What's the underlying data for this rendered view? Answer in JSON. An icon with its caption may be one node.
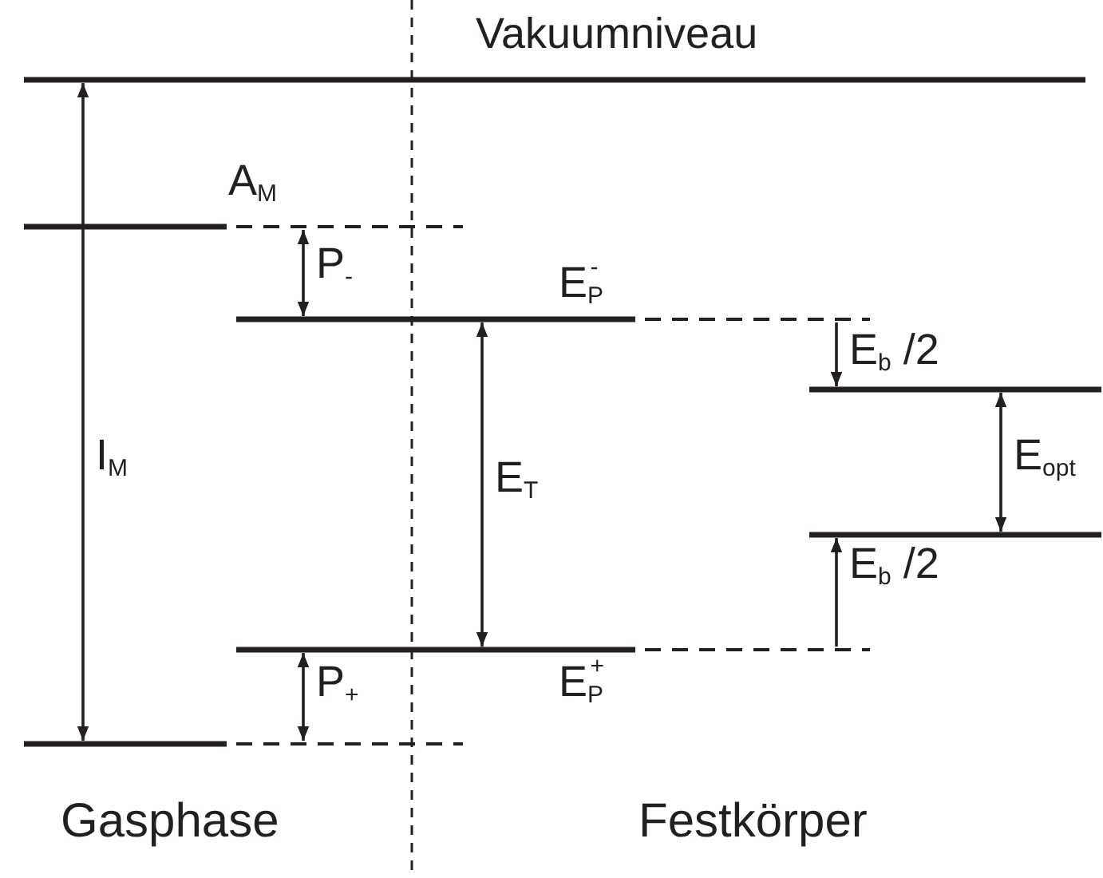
{
  "diagram": {
    "nodes": [
      {
        "text": [
          "Vakuumniveau"
        ]
      },
      {
        "text": [],
        "shape": "bar",
        "beside": [
          "A$_{M}$"
        ]
      },
      {
        "text": [],
        "shape": "bar",
        "beside": [
          "E$_{P}$$^{-}$"
        ]
      },
      {
        "text": [],
        "shape": "bar"
      },
      {
        "text": [],
        "shape": "bar"
      },
      {
        "text": [],
        "shape": "bar",
        "beside": [
          "E$_{P}$$^{+}$"
        ]
      },
      {
        "text": [],
        "shape": "bar"
      }
    ],
    "edges": [
      {
        "from": 0,
        "to": 6,
        "arrow": "both",
        "label": "I$_{M}$"
      },
      {
        "from": 1,
        "to": 2,
        "arrow": "both",
        "label": "P$_{-}$"
      },
      {
        "from": 2,
        "to": 5,
        "arrow": "both",
        "label": "E$_{T}$"
      },
      {
        "from": 2,
        "to": 3,
        "arrow": "to",
        "label": "E$_{b}$ /2"
      },
      {
        "from": 3,
        "to": 4,
        "arrow": "both",
        "label": "E$_{opt}$"
      },
      {
        "from": 5,
        "to": 4,
        "arrow": "to",
        "label": "E$_{b}$ /2"
      },
      {
        "from": 5,
        "to": 6,
        "arrow": "both",
        "label": "P$_{+}$"
      }
    ],
    "labels": [
      "Gasphase",
      "Festkörper"
    ]
  }
}
